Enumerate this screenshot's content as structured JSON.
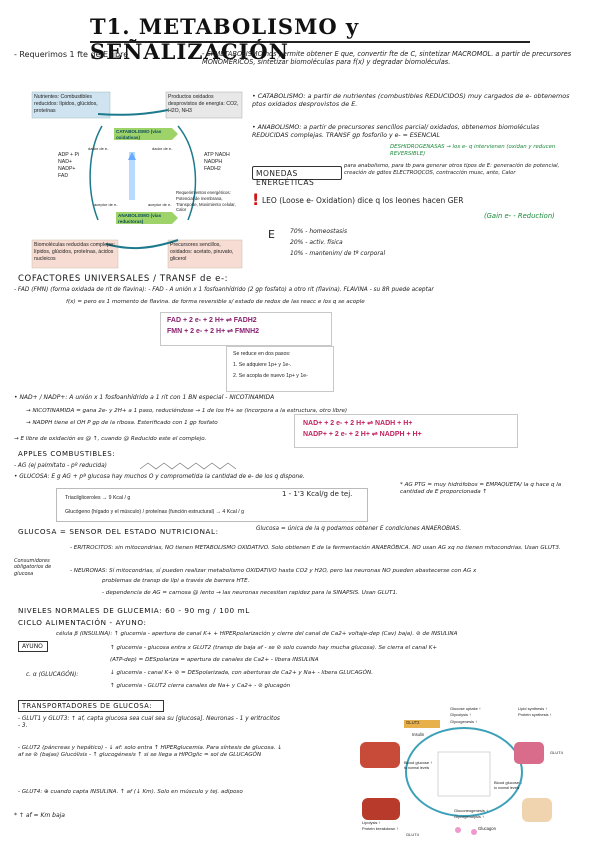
{
  "title": "T1. METABOLISMO y SEÑALIZACIÓN",
  "intro": {
    "left": "- Requerimos 1 fte de E libre",
    "right": "- El METABOLISMO nos permite obtener E que, convertir fte de C, sintetizar MACROMOL. a partir de precursores MONOMÉRICOS, sintetizar biomoléculas para f(x) y degradar biomoléculas."
  },
  "diagram": {
    "top_left": "Nutrientes: Combustibles reducidos: lípidos, glúcidos, proteínas",
    "top_right": "Productos oxidados desprovistos de energía: CO2, H2O, NH3",
    "catabolismo": "CATABOLISMO (vías oxidativas)",
    "anabolismo": "ANABOLISMO (vías reductoras)",
    "left_pool": "ADP + Pi NAD+ NADP+ FAD",
    "right_pool": "ATP NADH NADPH FADH2",
    "donor1": "dador de e-",
    "donor2": "dador de e-",
    "acceptor1": "aceptor de e-",
    "acceptor2": "aceptor de e-",
    "requirements": "Requerimientos energéticos: Potencial de membrana, Transporte, Movimiento celular, Calor",
    "bottom_left": "Biomoléculas reducidas complejas: lípidos, glúcidos, proteínas, ácidos nucleicos",
    "bottom_right": "Precursores sencillos, oxidados: acetato, piruvato, glicerol"
  },
  "catabolismo_note": "• CATABOLISMO: a partir de nutrientes (combustibles REDUCIDOS) muy cargados de e- obtenemos ptos oxidados desprovistos de E.",
  "anabolismo_note": "• ANABOLISMO: a partir de precursores sencillos parcial/ oxidados, obtenemos biomoléculas REDUCIDAS complejas. TRANSF gp fosforilo y e- = ESENCIAL",
  "desh_note": "DESHIDROGENASAS → los e- q intervienen (oxidan y reducen REVERSIBLE)",
  "monedas": {
    "label": "MONEDAS ENERGÉTICAS",
    "text": "para anabolismo, para tb para generar otros tipos de E: generación de potencial, creación de gdtes ELECTROQCOS, contracción musc, ante, Calor"
  },
  "leo": {
    "text": "LEO (Loose e- Oxidation) dice q los leones hacen GER",
    "ger": "(Gain e- - Reduction)"
  },
  "energy_use": {
    "a": "70% - homeostasis",
    "b": "20% - activ. física",
    "c": "10% - mantenim/ de tª corporal"
  },
  "cofactores_title": "COFACTORES UNIVERSALES / TRANSF de e-:",
  "fad": {
    "line1": "- FAD (FMN) (forma oxidada de rit de flavina): - FAD - A unión x 1 fosfoanhídrido (2 gp fosfato) a otro rit (flavina). FLAVINA - su 8R puede aceptar",
    "line2": "f(x) = pero es 1 momento de flavina. de forma reversible s/ estado de redox de las reacc e los q se acople",
    "rx1": "FAD + 2 e- + 2 H+ ⇌ FADH2",
    "rx2": "FMN + 2 e- + 2 H+ ⇌ FMNH2",
    "steps_title": "Se reduce en dos pasos:",
    "step1": "1. Se adquiere 1p+ y 1e-.",
    "step2": "2. Se acopla de nuevo 1p+ y 1e-"
  },
  "nad": {
    "line1": "• NAD+ / NADP+: A unión x 1 fosfoanhídrido a 1 rit con 1 BN especial - NICOTINAMIDA",
    "line2": "→ NICOTINAMIDA = gana 2e- y 2H+ a 1 paso, reduciéndose → 1 de los H+ se (incorpora a la estructura, otro libre)",
    "line3": "→ NADPH tiene el OH P gp de la ribosa. Esterificado con 1 gp fosfato",
    "line4": "→ E libre de oxidación es @ ↑, cuando @ Reducido este el complejo.",
    "rx1": "NAD+ + 2 e- + 2 H+ ⇌ NADH + H+",
    "rx2": "NADP+ + 2 e- + 2 H+ ⇌ NADPH + H+"
  },
  "aporte": {
    "title": "APPLES COMBUSTIBLES:",
    "ag": "- AG (ej palmitato - pº reducida)",
    "glucosa": "• GLUCOSA: E g AG + pª glucosa hay muchos O y comprometida la cantidad de e- de los q dispone.",
    "tri": "Triacilgliceroles → 9 Kcal / g",
    "glu": "Glucógeno (hígado y el músculo) / proteínas (función estructural) → 4 Kcal / g",
    "hand": "1 - 1'3 Kcal/g de tej.",
    "agp": "* AG PTG = muy hidrófobos = EMPAQUETA/ la q hace q la cantidad de E proporcionada ↑"
  },
  "glucosa_sensor": {
    "title": "GLUCOSA = SENSOR DEL ESTADO NUTRICIONAL:",
    "text": "Glucosa = única de la q podamos obtener E condiciones ANAEROBIAS.",
    "consumidores": "Consumidores obligatorios de glucosa",
    "eritrocitos": "- ERITROCITOS: sin mitocondrias, NO tienen METABOLISMO OXIDATIVO. Solo obtienen E de la fermentación ANAERÓBICA. NO usan AG xq no tienen mitocondrias. Usan GLUT3.",
    "neuronas": "- NEURONAS: Sí mitocondrias, sí pueden realizar metabolismo OXIDATIVO hasta CO2 y H2O, pero las neuronas NO pueden abastecerse con AG x",
    "neuronas2": "problemas de transp de lípi a través de barrera HTE.",
    "neuronas3": "- dependencia de AG = carnosa @ lento → las neuronas necesitan rapidez para la SINAPSIS. Usan GLUT1."
  },
  "niveles": {
    "title": "NIVELES NORMALES DE GLUCEMIA: 60 - 90 mg / 100 mL",
    "ciclo": "CICLO ALIMENTACIÓN - AYUNO:",
    "ayuno_lbl": "AYUNO",
    "insulina": "célula β (INSULINA): ↑ glucemia - apertura de canal K+ + HIPERpolarización y cierre del canal de Ca2+ voltaje-dep (Cav) baja). ⊘ de INSULINA",
    "insulina2": "↑ glucemia - glucosa entra x GLUT2 (transp de baja af - se ⊘ solo cuando hay mucha glucosa). Se cierra el canal K+",
    "insulina3": "(ATP-dep) = DESpolariza = apertura de canales de Ca2+ - libera INSULINA",
    "glucagon_lbl": "c. α (GLUCAGÓN):",
    "glucagon1": "↓ glucemia - canal K+ ⊘ = DESpolarizada, con aberturas de Ca2+ y Na+ - libera GLUCAGÓN.",
    "glucagon2": "↑ glucemia - GLUT2 cierra canales de Na+ y Ca2+ - ⊘ glucagón"
  },
  "transportadores": {
    "title": "TRANSPORTADORES DE GLUCOSA:",
    "glut13": "- GLUT1 y GLUT3: ↑ af, capta glucosa sea cual sea su [glucosa]. Neuronas - 1 y eritrocitos - 3.",
    "glut2": "- GLUT2 (páncreas y hepático) - ↓ af: solo entra ↑ HIPERglucemia. Para síntesis de glucosa. ↓ af se ⊘ (bajas) Glucólisis - ↑ glucogénesis ↑ si se llega a HIPOglic = sol de GLUCAGÓN",
    "glut4": "- GLUT4: ⊕ cuando capta INSULINA. ↑ af (↓ Km). Solo en músculo y tej. adiposo",
    "foot": "* ↑ af = Km baja"
  },
  "figure": {
    "glut2": "GLUT2",
    "insulin": "Insulin",
    "glucose_uptake": "Glucose uptake ↑",
    "glycolysis": "Glycolysis ↑",
    "glycogenesis": "Glycogenesis ↑",
    "lipid": "Lipid synthesis ↑",
    "protein": "Protein synthesis ↑",
    "glut4": "GLUT4",
    "blood_up": "Blood glucose ↑",
    "normal": "to normal levels",
    "blood_down": "Blood glucose ↓",
    "glucagon": "Glucagon",
    "gluconeo": "Gluconeogenesis ↑",
    "glycogenolysis": "Glycogenolysis ↑",
    "lipolysis": "Lipolysis ↑",
    "protein_break": "Protein breakdown ↑",
    "glut4b": "GLUT4"
  }
}
